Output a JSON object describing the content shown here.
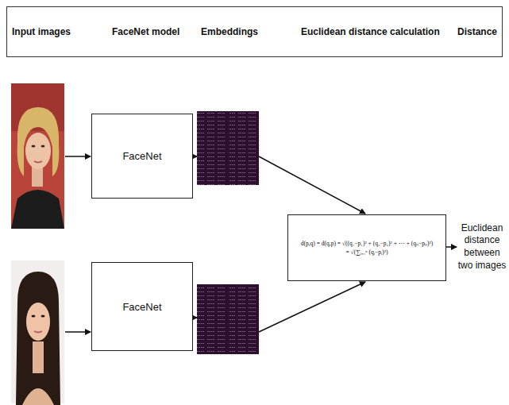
{
  "diagram": {
    "nodes": [
      {
        "text": [
          "Input images",
          "FaceNet model",
          "Embeddings",
          "Euclidean distance calculation",
          "Distance"
        ]
      },
      {
        "text": [
          "FaceNet"
        ]
      },
      {
        "text": [
          "FaceNet"
        ]
      },
      {
        "text": [
          "d(p,q) = d(q,p) = √((q₁−p₁)² + (q₂−p₂)² + ⋯ + (qₙ−pₙ)²)",
          "= √(∑ᵢ₌₁ⁿ (qᵢ−pᵢ)²)"
        ]
      }
    ],
    "labels": [
      "Euclidean distance between two images"
    ]
  }
}
